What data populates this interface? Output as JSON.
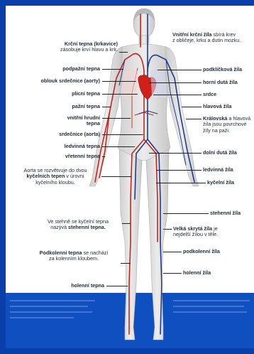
{
  "labels": {
    "krcni_tepna_name": "Krční tepna (krkavice)",
    "krcni_tepna_desc": "zásobuje krví hlavu a krk.",
    "podpazni_tepna": "podpažní tepna",
    "oblouk_srdecnice": "oblouk srdečnice (aorty)",
    "plicni_tepna": "plicní tepna",
    "pazni_tepna": "pažní tepna",
    "vnitrni_hrudni_1": "vnitřní hrudní",
    "vnitrni_hrudni_2": "tepna",
    "srdecnice_aorta": "srdečnice (aorta)",
    "ledvinna_tepna": "ledvinná tepna",
    "vretenni_tepna": "vřetenní tepna",
    "aorta_1": "Aorta se rozvětvuje do dvou",
    "aorta_2_bold": "kyčelních tepen",
    "aorta_2_rest": " v úrovni",
    "aorta_3": "kyčelního kloubu.",
    "stehno_1": "Ve stehně se kyčelní tepna",
    "stehno_2_pre": "nazývá ",
    "stehno_2_bold": "stehenní tepna.",
    "podkolenni_1_bold": "Podkolenní tepna",
    "podkolenni_1_rest": " se nachází",
    "podkolenni_2": "za kolenním kloubem.",
    "holenni_tepna": "holenní tepna",
    "vnitrni_krcni_1_bold": "Vnitřní krční žíla",
    "vnitrni_krcni_1_rest": " sbírá krev",
    "vnitrni_krcni_2": "z obličeje, krku a dutin mozku.",
    "podklickova_zila": "podklíčková žíla",
    "horni_duta_zila": "horní dutá žíla",
    "srdce": "srdce",
    "hlavova_zila": "hlavová žíla",
    "kralovska_1_bold": "Královská",
    "kralovska_1_rest": " a hlavová",
    "kralovska_2": "žíla jsou povrchové",
    "kralovska_3": "žíly na paži.",
    "dolni_duta_zila": "dolní dutá žíla",
    "ledvinna_zila": "ledvinná žíla",
    "kycelni_zila": "kyčelní žíla",
    "stehenni_zila": "stehenní žíla",
    "velka_1_bold": "Velká skrytá žíla",
    "velka_1_rest": " je",
    "velka_2": "nejdelší žílou v těle.",
    "podkolenni_zila": "podkolenní žíla",
    "holenni_zila": "holenní žíla"
  },
  "colors": {
    "background": "#0a3ea8",
    "artery": "#c8241c",
    "vein": "#1f3b8c",
    "heart": "#d0201a",
    "skin": "#d9d9d9"
  }
}
